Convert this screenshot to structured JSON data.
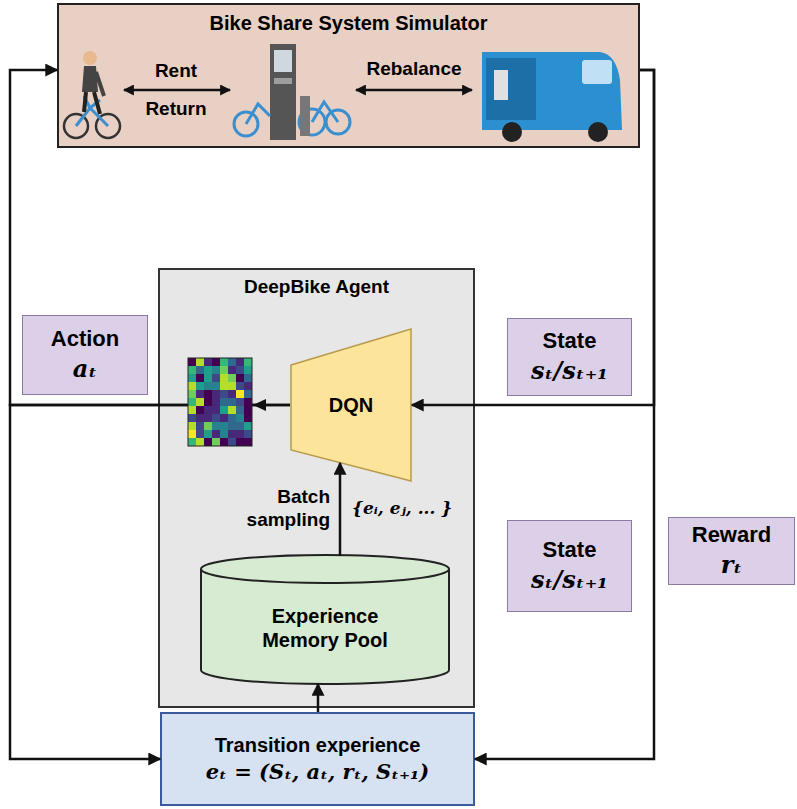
{
  "diagram": {
    "nodes": [
      {
        "text": [
          "Bike Share System Simulator"
        ]
      },
      {
        "text": [
          "DeepBike Agent"
        ]
      },
      {
        "text": [
          "DQN"
        ],
        "in": 1
      },
      {
        "text": [
          "Experience Memory Pool"
        ],
        "in": 1
      },
      {
        "text": [
          "Action",
          "aₜ"
        ]
      },
      {
        "text": [
          "State",
          "sₜ/sₜ₊₁"
        ]
      },
      {
        "text": [
          "State",
          "sₜ/sₜ₊₁"
        ]
      },
      {
        "text": [
          "Reward",
          "rₜ"
        ]
      },
      {
        "text": [
          "Transition experience",
          "eₜ = (Sₜ, aₜ, rₜ, Sₜ₊₁)"
        ]
      }
    ],
    "edges": [
      {
        "from": 0,
        "to": 2,
        "arrow": "to"
      },
      {
        "from": 0,
        "to": 8,
        "arrow": "to"
      },
      {
        "from": 2,
        "to": 0,
        "arrow": "to"
      },
      {
        "from": 2,
        "to": 8,
        "arrow": "to"
      },
      {
        "from": 3,
        "to": 2,
        "arrow": "to"
      },
      {
        "from": 8,
        "to": 3,
        "arrow": "to"
      }
    ],
    "labels": [
      "Rent",
      "Return",
      "Rebalance",
      "Batch sampling",
      "{eᵢ, eⱼ, ... }"
    ]
  }
}
